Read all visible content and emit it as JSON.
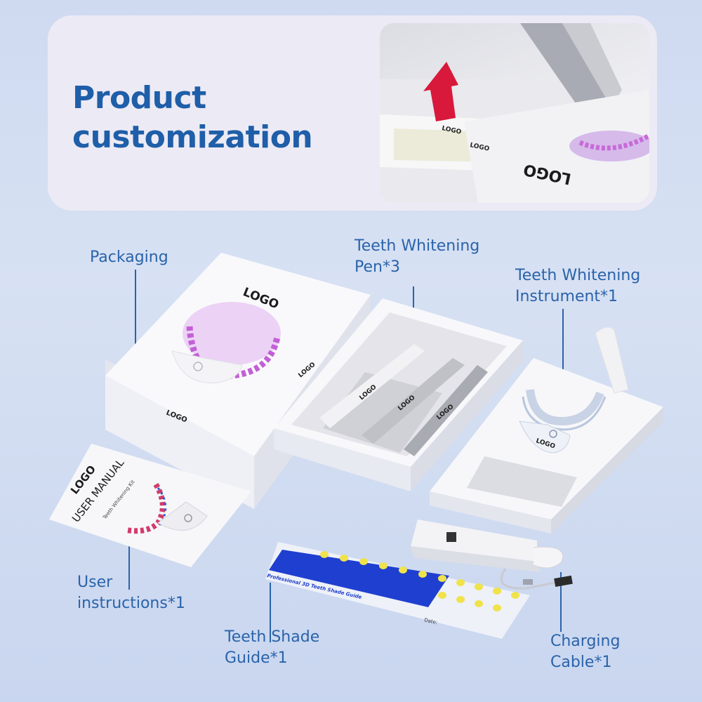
{
  "banner": {
    "title_line1": "Product",
    "title_line2": "customization",
    "photo_logo_1": "LOGO",
    "photo_logo_2": "LOGO",
    "photo_logo_3": "LOGO"
  },
  "products": {
    "packaging": {
      "label": "Packaging",
      "logo_top": "LOGO",
      "logo_front": "LOGO"
    },
    "pen": {
      "label_line1": "Teeth Whitening",
      "label_line2": "Pen*3",
      "tray_logo": "LOGO",
      "pen_logo": "LOGO"
    },
    "instrument": {
      "label_line1": "Teeth Whitening",
      "label_line2": "Instrument*1",
      "device_logo": "LOGO"
    },
    "manual": {
      "label_line1": "User",
      "label_line2": "instructions*1",
      "logo": "LOGO",
      "title": "USER MANUAL",
      "subtitle": "Teeth Whitening Kit"
    },
    "shade_guide": {
      "label_line1": "Teeth Shade",
      "label_line2": "Guide*1",
      "card_title": "Professional 3D Teeth Shade Guide",
      "date_label": "Date:"
    },
    "cable": {
      "label_line1": "Charging",
      "label_line2": "Cable*1"
    }
  },
  "colors": {
    "accent_blue": "#2a63aa",
    "title_blue": "#1f5ea8",
    "shade_blue": "#1f3fd0",
    "shade_yellow": "#f0e24a",
    "led_purple": "#c97be3"
  }
}
